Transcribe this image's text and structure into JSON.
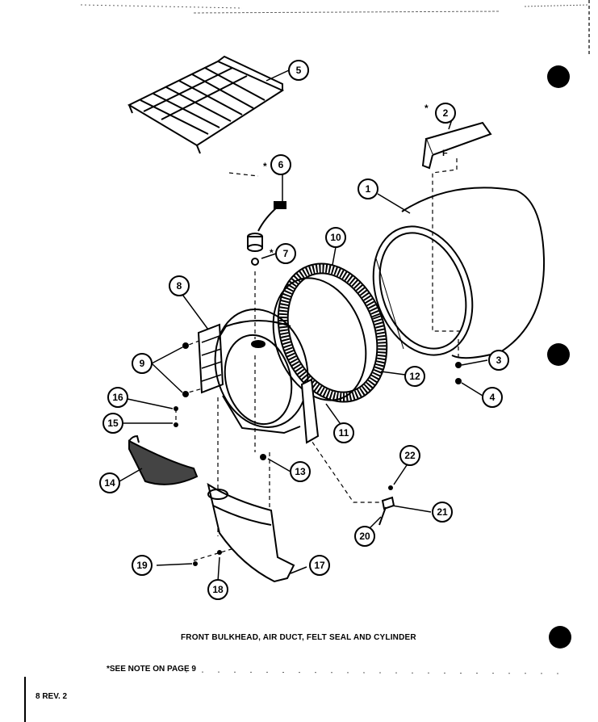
{
  "caption": "FRONT BULKHEAD, AIR DUCT, FELT SEAL AND CYLINDER",
  "note": "*SEE NOTE ON PAGE 9",
  "page_number": "8 REV. 2",
  "part_2_marking": "F",
  "callouts": {
    "c1": "1",
    "c2": "2",
    "c3": "3",
    "c4": "4",
    "c5": "5",
    "c6": "6",
    "c7": "7",
    "c8": "8",
    "c9": "9",
    "c10": "10",
    "c11": "11",
    "c12": "12",
    "c13": "13",
    "c14": "14",
    "c15": "15",
    "c16": "16",
    "c17": "17",
    "c18": "18",
    "c19": "19",
    "c20": "20",
    "c21": "21",
    "c22": "22"
  },
  "asterisks": {
    "a2": "*",
    "a6": "*",
    "a7": "*"
  }
}
